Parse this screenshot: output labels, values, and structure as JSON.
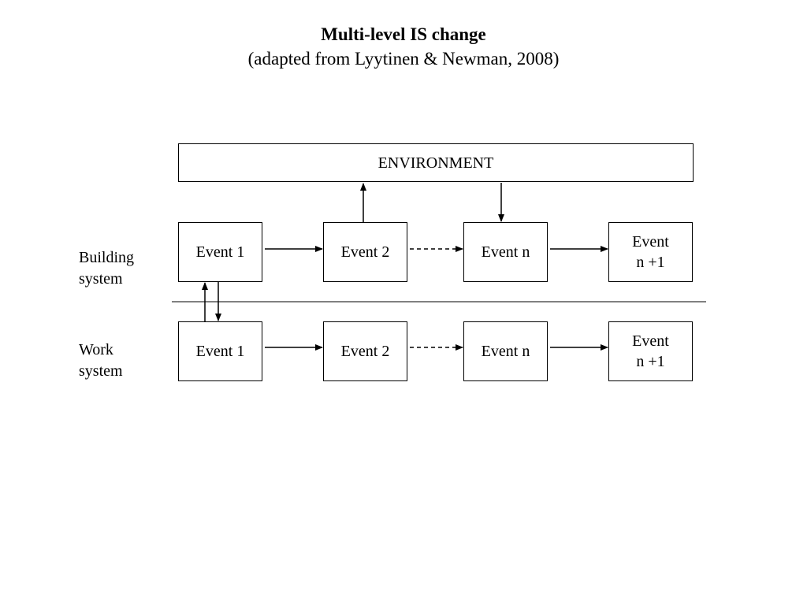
{
  "title": "Multi-level IS change",
  "subtitle": "(adapted from Lyytinen & Newman, 2008)",
  "environment": "ENVIRONMENT",
  "rows": {
    "building": {
      "label_line1": "Building",
      "label_line2": "system",
      "events": [
        "Event 1",
        "Event 2",
        "Event n",
        "Event",
        "n +1"
      ]
    },
    "work": {
      "label_line1": "Work",
      "label_line2": "system",
      "events": [
        "Event 1",
        "Event 2",
        "Event n",
        "Event",
        "n +1"
      ]
    }
  }
}
